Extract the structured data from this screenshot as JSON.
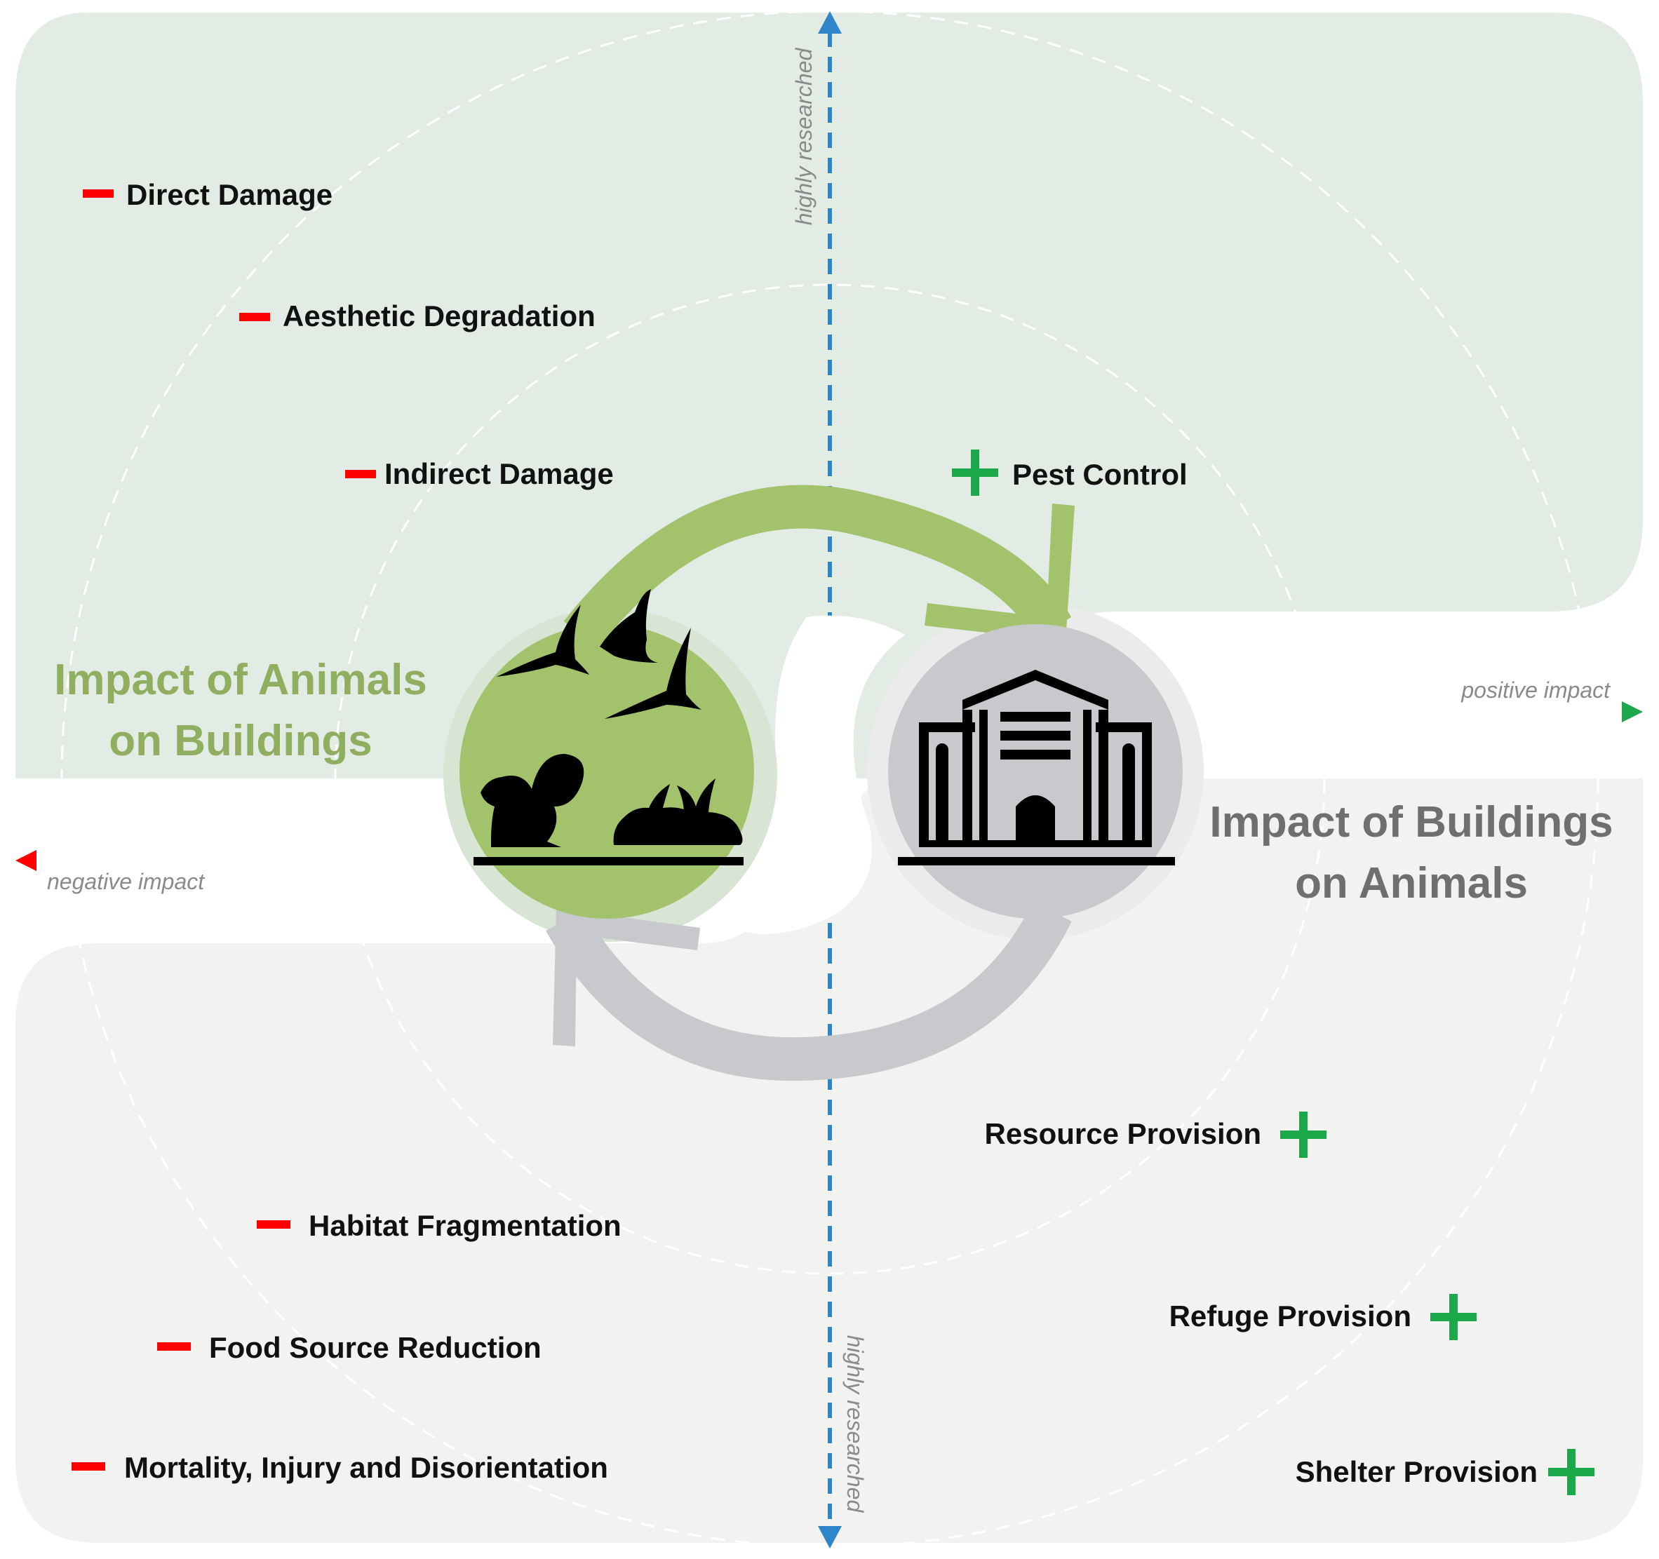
{
  "titles": {
    "animals_on_buildings": [
      "Impact of Animals",
      "on Buildings"
    ],
    "buildings_on_animals": [
      "Impact of Buildings",
      "on Animals"
    ]
  },
  "axes": {
    "positive": "positive impact",
    "negative": "negative impact",
    "researched_top": "highly researched",
    "researched_bottom": "highly researched"
  },
  "negative_items_top": [
    "Direct Damage",
    "Aesthetic Degradation",
    "Indirect Damage"
  ],
  "positive_items_top": [
    "Pest Control"
  ],
  "negative_items_bottom": [
    "Habitat Fragmentation",
    "Food Source Reduction",
    "Mortality, Injury and Disorientation"
  ],
  "positive_items_bottom": [
    "Resource Provision",
    "Refuge Provision",
    "Shelter Provision"
  ],
  "icons": {
    "animals": "birds-squirrel-rabbits-icon",
    "building": "building-icon",
    "minus": "minus-icon",
    "plus": "plus-icon"
  },
  "colors": {
    "negative": "#ff0000",
    "positive": "#1aa84b",
    "axis_vertical": "#2e86c8",
    "green_region": "#e3ece4",
    "grey_region": "#f2f2f0",
    "green_accent": "#a2c26c",
    "grey_accent": "#c8c9cc"
  }
}
